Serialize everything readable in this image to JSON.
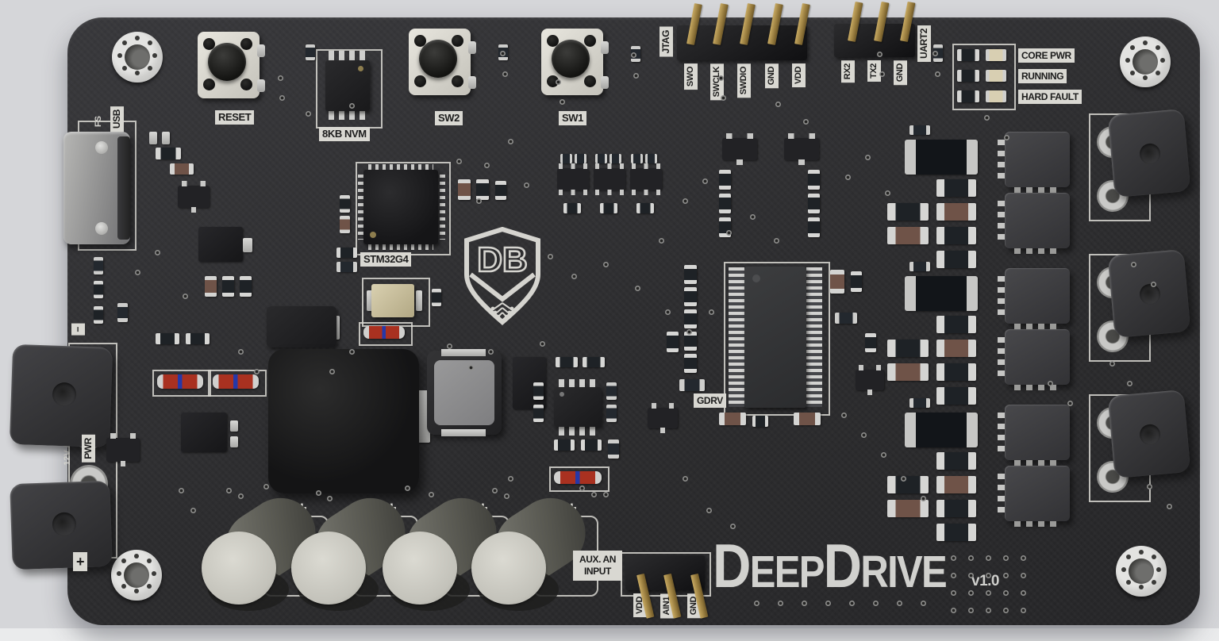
{
  "board": {
    "monogram": "DB",
    "version": "v1.0",
    "logo_parts": {
      "d1": "D",
      "e1": "EEP",
      "d2": "D",
      "e2": "RIVE"
    }
  },
  "buttons": {
    "reset": "RESET",
    "sw2": "SW2",
    "sw1": "SW1"
  },
  "chips": {
    "nvm": "8KB NVM",
    "mcu": "STM32G4",
    "gate_driver": "GDRV"
  },
  "headers": {
    "jtag": {
      "label": "JTAG",
      "pins": [
        "SWO",
        "SWCLK",
        "SWDIO",
        "GND",
        "VDD"
      ]
    },
    "uart2": {
      "label": "UART2",
      "pins": [
        "RX2",
        "TX2",
        "GND"
      ]
    },
    "aux": {
      "label_line1": "AUX. AN",
      "label_line2": "INPUT",
      "pins": [
        "VDD",
        "AIN1",
        "GND"
      ]
    }
  },
  "status_leds": {
    "items": [
      "CORE PWR",
      "RUNNING",
      "HARD FAULT"
    ]
  },
  "usb": {
    "label": "USB",
    "speed": "FS"
  },
  "power_input": {
    "label": "PWR",
    "rating": "12V / 30A",
    "negative": "−",
    "positive": "+"
  },
  "capacitors": {
    "polarity_mark": "+"
  },
  "colors": {
    "pcb": "#2e2e30",
    "silkscreen": "#d9d8d2",
    "gold": "#a8884d",
    "background": "#d5d6d9"
  }
}
